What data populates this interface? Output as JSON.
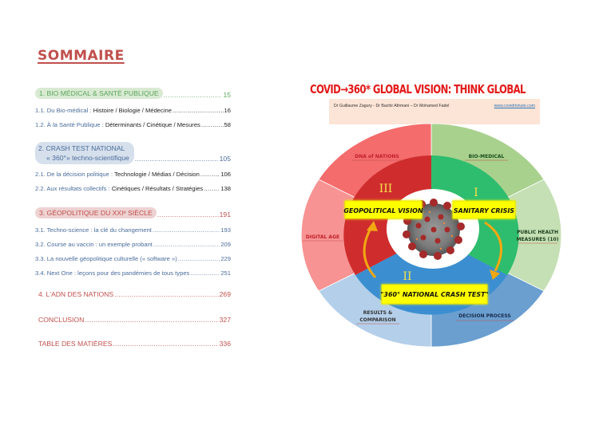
{
  "left_page": {
    "title": "SOMMAIRE",
    "sections": [
      {
        "label": "1. BIO MÉDICAL & SANTÉ PUBLIQUE",
        "page": "15",
        "color": "#5ca65c"
      },
      {
        "sub_pre": "1.1. Du Bio-médical :",
        "sub_post": "Histoire / Biologie / Médecine",
        "page": "16"
      },
      {
        "sub_pre": "1.2. À la Santé Publique :",
        "sub_post": "Déterminants / Cinétique / Mesures",
        "page": "58"
      },
      {
        "label_line1": "2. CRASH TEST NATIONAL",
        "label_line2": "« 360°» techno-scientifique",
        "page": "105",
        "color": "#4a6c9b"
      },
      {
        "sub_pre": "2.1. De la décision politique :",
        "sub_post": "Technologie / Médias / Décision",
        "page": "106"
      },
      {
        "sub_pre": "2.2. Aux résultats collectifs :",
        "sub_post": "Cinétiques / Résultats / Stratégies",
        "page": "138"
      },
      {
        "label": "3. GÉOPOLITIQUE DU XXIᵉ SIÈCLE",
        "page": "191",
        "color": "#c0504d"
      },
      {
        "label": "3.1. Techno-science : la clé du changement",
        "page": "193"
      },
      {
        "label": "3.2. Course au vaccin : un exemple probant",
        "page": "209"
      },
      {
        "label": "3.3. La nouvelle géopolitique culturelle (« software »)",
        "page": "229"
      },
      {
        "label": "3.4. Next One : leçons pour des pandémies de tous types",
        "page": "251"
      },
      {
        "label": "4. L'ADN DES NATIONS",
        "page": "269"
      },
      {
        "label": "CONCLUSION",
        "page": "327"
      },
      {
        "label": "TABLE DES MATIÈRES",
        "page": "336"
      }
    ]
  },
  "right_page": {
    "title": "COVID→360* GLOBAL VISION: THINK GLOBAL",
    "authors": "Dr Guillaume Zagury - Dr Bachir Athmani – Dr Mohamed Fadel",
    "website": "www.covidminute.com",
    "outer_ring": [
      {
        "label": "BIO-MEDICAL",
        "color": "#a9d18e"
      },
      {
        "label_line1": "PUBLIC HEALTH",
        "label_line2": "MEASURES (10)",
        "color": "#c5e0b4"
      },
      {
        "label": "DECISION PROCESS",
        "color": "#6a9fd0"
      },
      {
        "label_line1": "RESULTS &",
        "label_line2": "COMPARISON",
        "color": "#b4cfea"
      },
      {
        "label": "DIGITAL AGE",
        "color": "#f79393"
      },
      {
        "label": "DNA of NATIONS",
        "color": "#f46c6c"
      }
    ],
    "inner_ring": [
      {
        "numeral": "I",
        "badge": "SANITARY CRISIS",
        "color": "#2ebd6e"
      },
      {
        "numeral": "II",
        "badge": "\"360° NATIONAL CRASH TEST\"",
        "color": "#3b8fd0"
      },
      {
        "numeral": "III",
        "badge": "GEOPOLITICAL VISION",
        "color": "#cf2d2d"
      }
    ],
    "center": "coronavirus-image"
  }
}
